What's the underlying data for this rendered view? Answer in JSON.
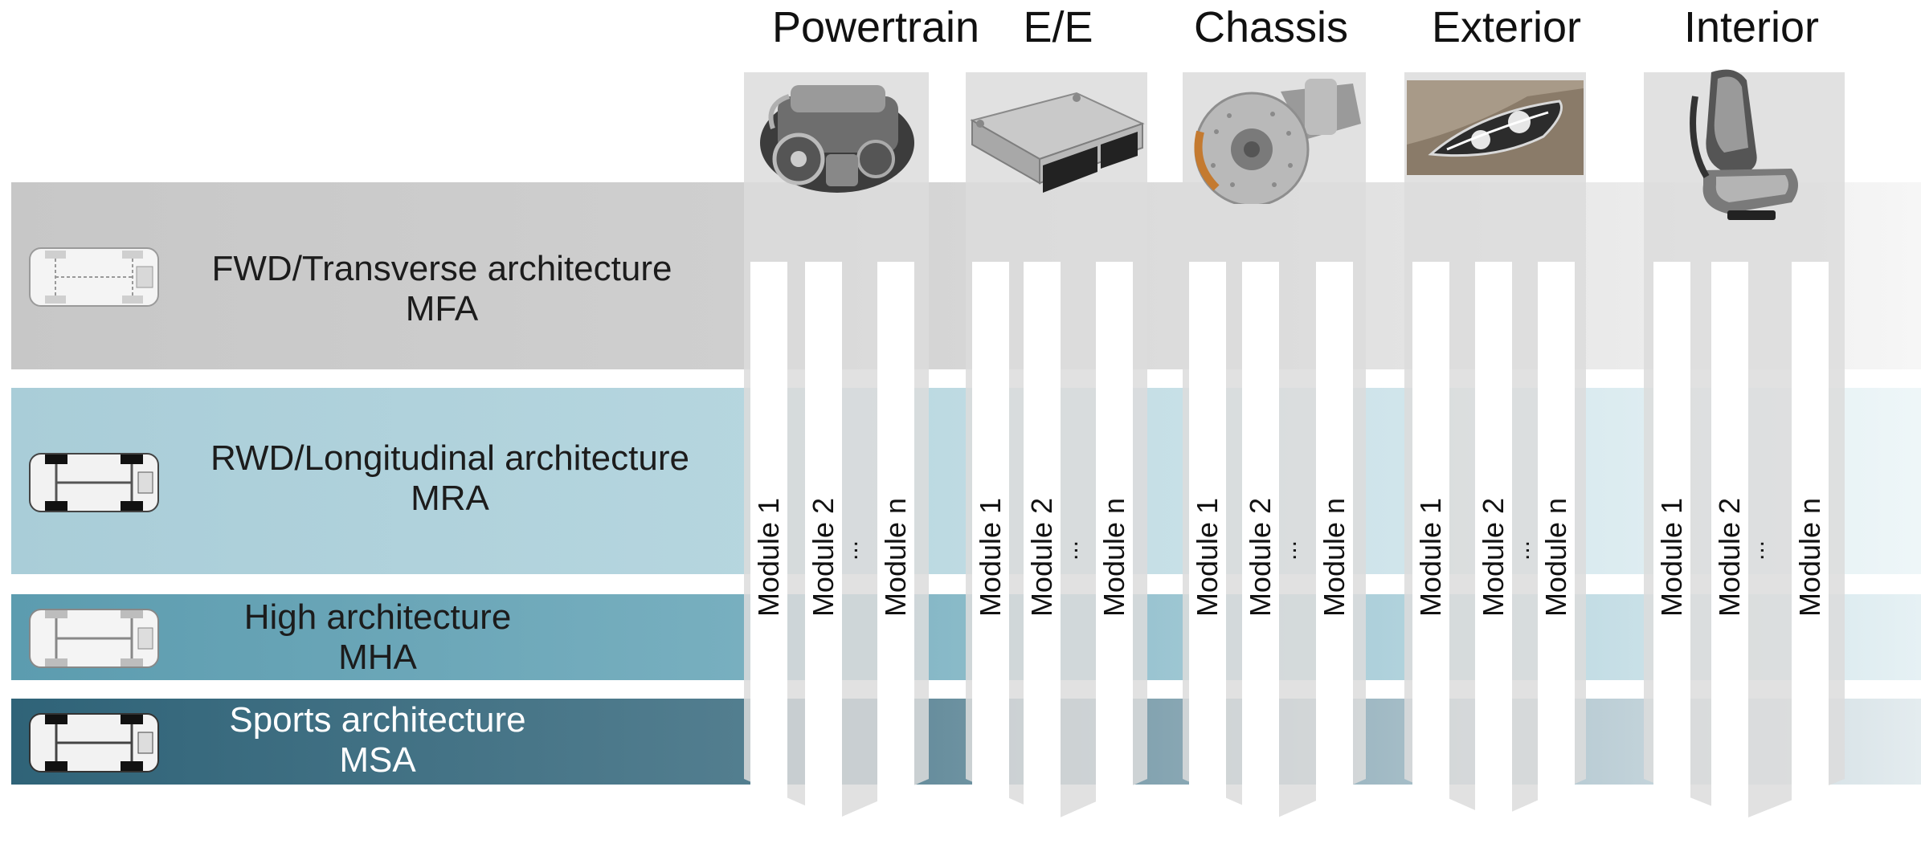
{
  "rows": [
    {
      "label_line1": "FWD/Transverse architecture",
      "label_line2": "MFA"
    },
    {
      "label_line1": "RWD/Longitudinal architecture",
      "label_line2": "MRA"
    },
    {
      "label_line1": "High architecture",
      "label_line2": "MHA"
    },
    {
      "label_line1": "Sports architecture",
      "label_line2": "MSA"
    }
  ],
  "columns": [
    {
      "title": "Powertrain",
      "icon": "engine-icon"
    },
    {
      "title": "E/E",
      "icon": "ecu-icon"
    },
    {
      "title": "Chassis",
      "icon": "brake-disc-icon"
    },
    {
      "title": "Exterior",
      "icon": "headlight-icon"
    },
    {
      "title": "Interior",
      "icon": "seat-icon"
    }
  ],
  "modules": {
    "m1": "Module 1",
    "m2": "Module 2",
    "dots": "...",
    "mn": "Module n"
  },
  "colors": {
    "fwd": "#c7c7c7",
    "rwd": "#a9cdd8",
    "mha": "#5c9caf",
    "msa": "#2f6378",
    "column": "#dcdcdc"
  }
}
